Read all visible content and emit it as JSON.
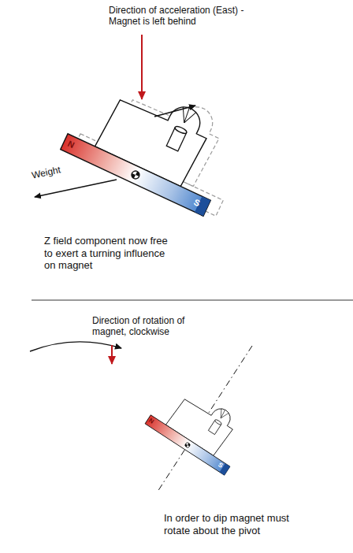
{
  "diagram": {
    "labels": [
      "Direction of acceleration (East) - Magnet is left behind",
      "N",
      "S",
      "Weight",
      "Z field component now free to exert a turning influence on magnet",
      "Direction of rotation of magnet, clockwise",
      "N",
      "S",
      "In order to dip magnet must rotate about the pivot"
    ]
  }
}
